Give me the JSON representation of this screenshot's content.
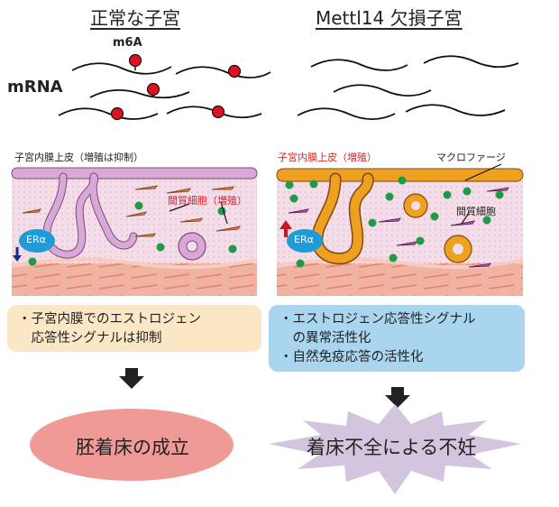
{
  "left": {
    "title": "正常な子宮",
    "m6a_label": "m6A",
    "mrna_label": "mRNA",
    "epithelium_label": "子宮内膜上皮（増殖は抑制）",
    "stroma_label": "間質細胞（増殖）",
    "receptor_label": "ERα",
    "box_lines": [
      "・子宮内膜でのエストロジェン",
      "　応答性シグナルは抑制"
    ],
    "outcome": "胚着床の成立"
  },
  "right": {
    "title": "Mettl14 欠損子宮",
    "epithelium_label": "子宮内膜上皮（増殖）",
    "macrophage_label": "マクロファージ",
    "stroma_label": "間質細胞",
    "receptor_label": "ERα",
    "box_lines": [
      "・エストロジェン応答性シグナル",
      "　の異常活性化",
      "・自然免疫応答の活性化"
    ],
    "outcome": "着床不全による不妊"
  },
  "colors": {
    "red_accent": "#d8262b",
    "m6a_mark": "#e0111e",
    "left_epithelium": "#d9a8d6",
    "right_epithelium": "#f0a020",
    "tissue_bg": "#f3dde8",
    "muscle_layer": "#f0b3a2",
    "left_box": "#fbe7c6",
    "right_box": "#a9d5ef",
    "left_outcome": "#ef9a96",
    "right_outcome": "#d3c5de",
    "macrophage": "#1d9a4a",
    "receptor": "#1f9bd7"
  }
}
